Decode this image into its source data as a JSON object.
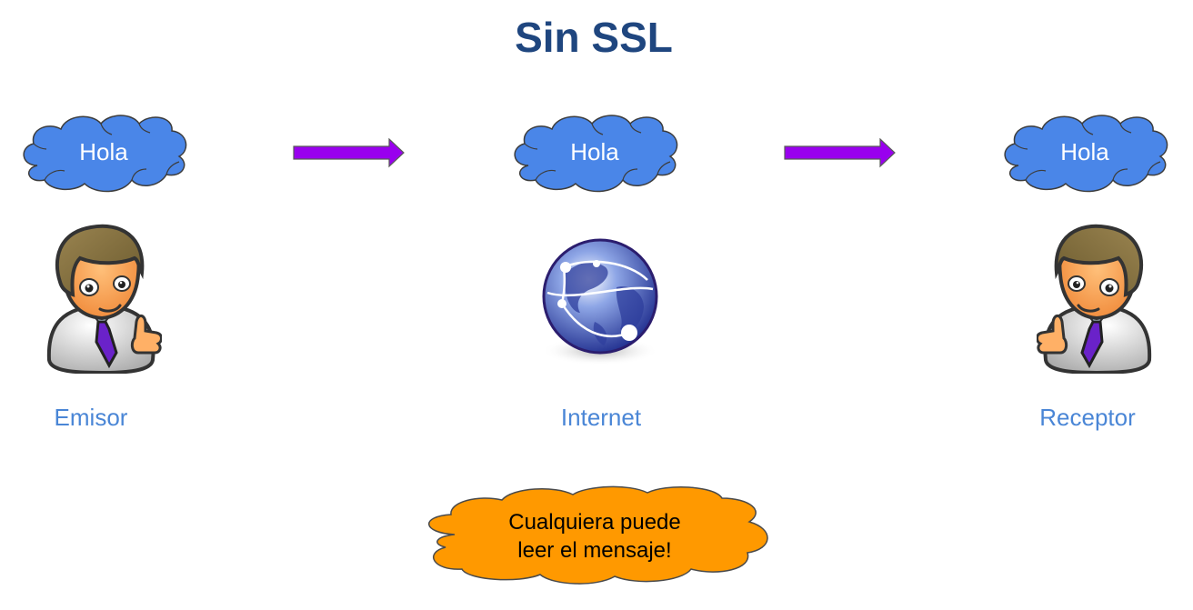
{
  "title": "Sin SSL",
  "nodes": [
    {
      "message": "Hola",
      "label": "Emisor",
      "icon": "person-icon"
    },
    {
      "message": "Hola",
      "label": "Internet",
      "icon": "globe-icon"
    },
    {
      "message": "Hola",
      "label": "Receptor",
      "icon": "person-icon"
    }
  ],
  "warning": {
    "line1": "Cualquiera puede",
    "line2": "leer el mensaje!"
  },
  "colors": {
    "title": "#1f467f",
    "cloud": "#4a86e8",
    "arrow": "#9900ee",
    "label": "#4a86d6",
    "warning_cloud": "#ff9900"
  }
}
